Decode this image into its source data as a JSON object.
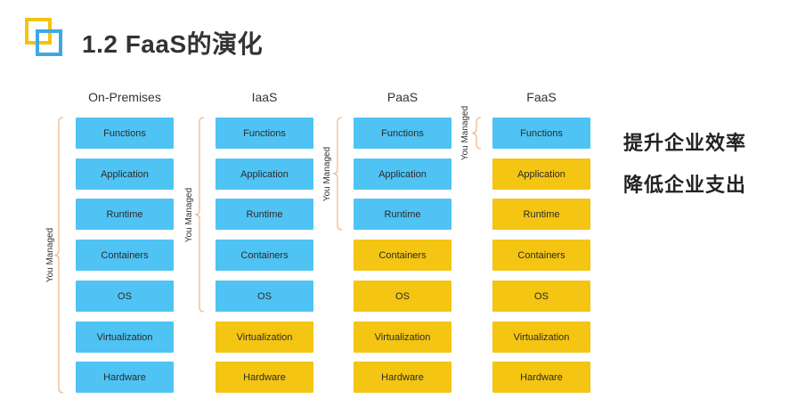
{
  "title": "1.2 FaaS的演化",
  "colors": {
    "managed": "#4fc3f3",
    "provided": "#f4c512",
    "logo_yellow": "#f3c30f",
    "logo_blue": "#3ea8e6"
  },
  "managed_label": "You Managed",
  "columns": [
    {
      "name": "On-Premises",
      "managed_count": 7
    },
    {
      "name": "IaaS",
      "managed_count": 5
    },
    {
      "name": "PaaS",
      "managed_count": 3
    },
    {
      "name": "FaaS",
      "managed_count": 1
    }
  ],
  "layers": [
    "Functions",
    "Application",
    "Runtime",
    "Containers",
    "OS",
    "Virtualization",
    "Hardware"
  ],
  "slogans": [
    "提升企业效率",
    "降低企业支出"
  ]
}
